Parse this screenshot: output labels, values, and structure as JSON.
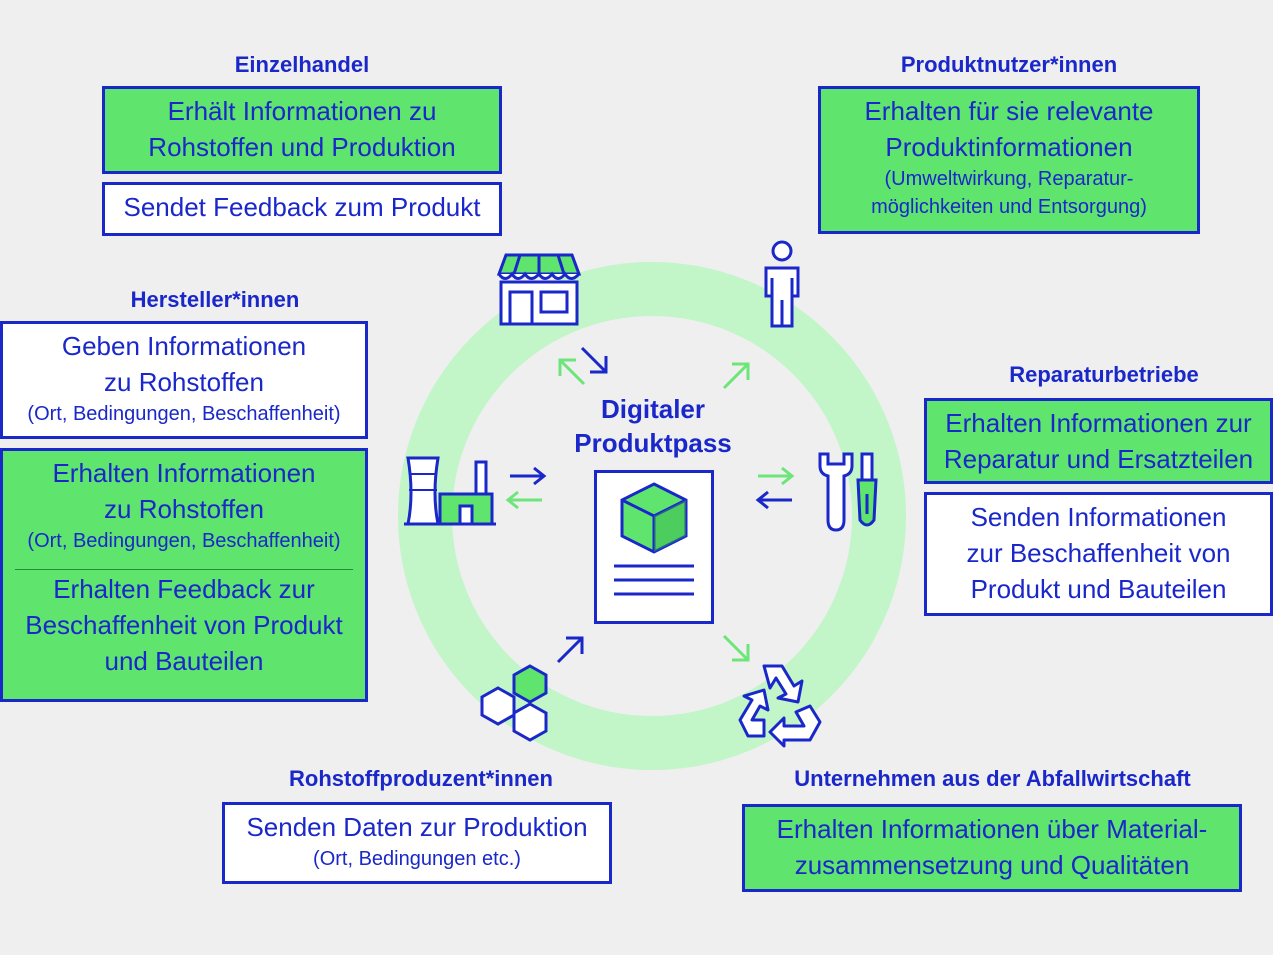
{
  "center": {
    "title_line1": "Digitaler",
    "title_line2": "Produktpass"
  },
  "einzelhandel": {
    "heading": "Einzelhandel",
    "box1": [
      "Erhält Informationen zu",
      "Rohstoffen und Produktion"
    ],
    "box2": "Sendet Feedback zum Produkt"
  },
  "produktnutzer": {
    "heading": "Produktnutzer*innen",
    "box_main": [
      "Erhalten für sie relevante",
      "Produktinformationen"
    ],
    "box_small": [
      "(Umweltwirkung, Reparatur-",
      "möglichkeiten und Entsorgung)"
    ]
  },
  "hersteller": {
    "heading": "Hersteller*innen",
    "box1_main": [
      "Geben Informationen",
      "zu Rohstoffen"
    ],
    "box1_small": "(Ort, Bedingungen, Beschaffenheit)",
    "box2_main": [
      "Erhalten Informationen",
      "zu Rohstoffen"
    ],
    "box2_small": "(Ort, Bedingungen, Beschaffenheit)",
    "box2_lower": [
      "Erhalten Feedback zur",
      "Beschaffenheit von Produkt",
      "und Bauteilen"
    ]
  },
  "reparatur": {
    "heading": "Reparaturbetriebe",
    "box1": [
      "Erhalten Informationen zur",
      "Reparatur und Ersatzteilen"
    ],
    "box2": [
      "Senden Informationen",
      "zur Beschaffenheit von",
      "Produkt und Bauteilen"
    ]
  },
  "rohstoff": {
    "heading": "Rohstoffproduzent*innen",
    "box_main": "Senden Daten zur Produktion",
    "box_small": "(Ort, Bedingungen etc.)"
  },
  "abfall": {
    "heading": "Unternehmen aus der Abfallwirtschaft",
    "box": [
      "Erhalten Informationen über Material-",
      "zusammensetzung und Qualitäten"
    ]
  },
  "icons": {
    "shop": "shop-icon",
    "person": "person-icon",
    "factory": "factory-icon",
    "tools": "tools-icon",
    "molecules": "hexagon-molecules-icon",
    "recycle": "recycle-icon",
    "document": "product-passport-document-icon"
  },
  "colors": {
    "blue": "#1a27c9",
    "green": "#5fe56d",
    "ring": "#c2f5c8",
    "arrow_green": "#6ee57a",
    "background": "#efefef"
  }
}
